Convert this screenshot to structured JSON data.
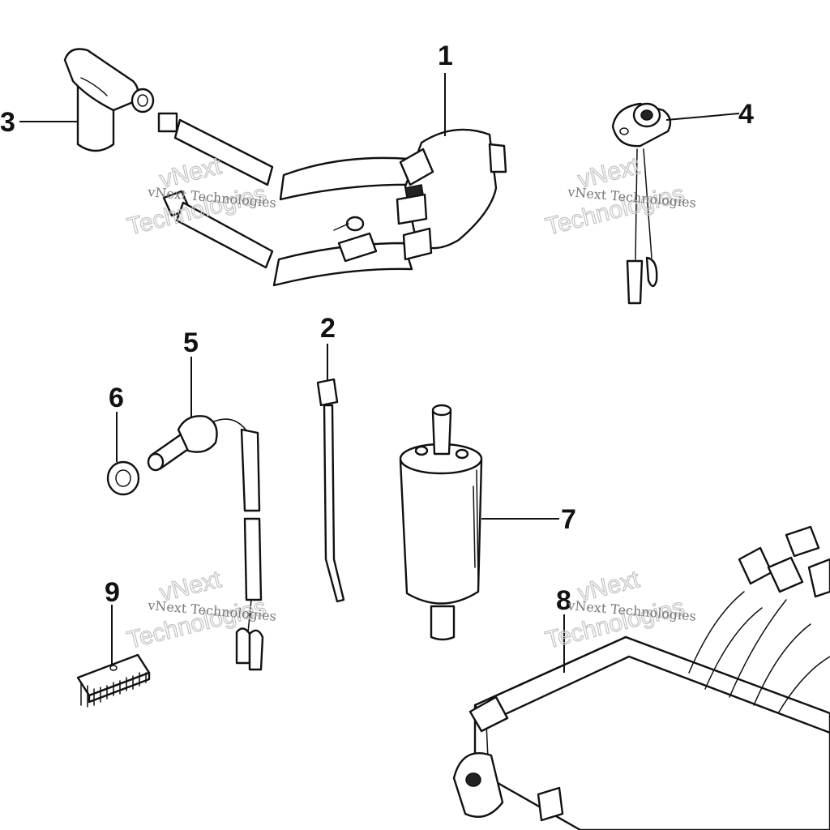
{
  "callouts": [
    {
      "id": "1",
      "label": "1"
    },
    {
      "id": "2",
      "label": "2"
    },
    {
      "id": "3",
      "label": "3"
    },
    {
      "id": "4",
      "label": "4"
    },
    {
      "id": "5",
      "label": "5"
    },
    {
      "id": "6",
      "label": "6"
    },
    {
      "id": "7",
      "label": "7"
    },
    {
      "id": "8",
      "label": "8"
    },
    {
      "id": "9",
      "label": "9"
    }
  ],
  "watermark": {
    "line1": "vNext Technologies",
    "line2a": "vNext",
    "line2b": "Technologies"
  }
}
